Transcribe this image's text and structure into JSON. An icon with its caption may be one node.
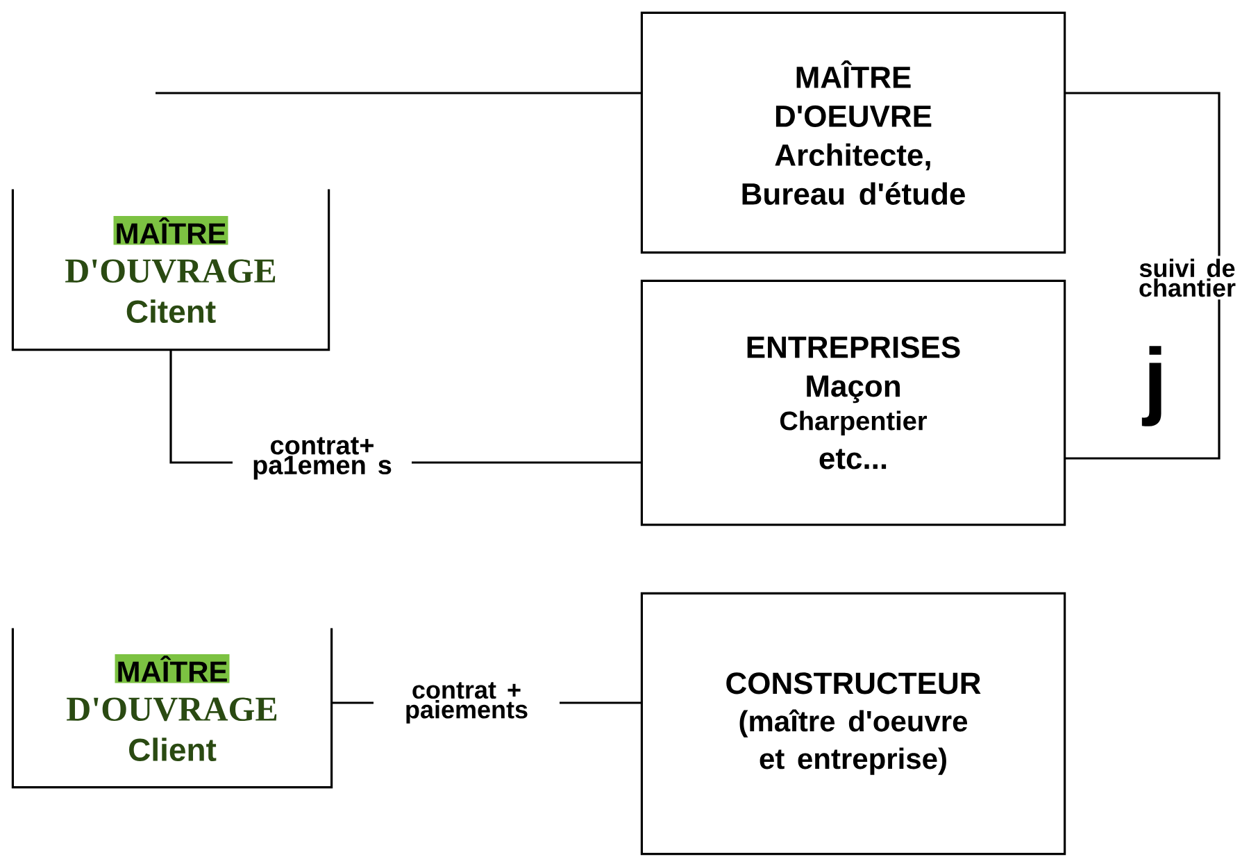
{
  "diagram": {
    "nodes": [
      {
        "text": [
          "MAÎTRE",
          "D'OUVRAGE",
          "Citent"
        ]
      },
      {
        "text": [
          "MAÎTRE D'OEUVRE",
          "Architecte, Bureau d'étude"
        ]
      },
      {
        "text": [
          "ENTREPRISES",
          "Maçon",
          "Charpentier",
          "etc..."
        ]
      },
      {
        "text": [
          "MAÎTRE",
          "D'OUVRAGE",
          "Client"
        ]
      },
      {
        "text": [
          "CONSTRUCTEUR",
          "(maître d'oeuvre et entreprise)"
        ]
      }
    ],
    "edges": [
      {
        "from": null,
        "to": 1,
        "arrow": "none"
      },
      {
        "from": 0,
        "to": 2,
        "arrow": "none",
        "label": "contrat+ pa1emen s"
      },
      {
        "from": 1,
        "to": 2,
        "arrow": "none",
        "label": "suivi de chantier"
      },
      {
        "from": 3,
        "to": 4,
        "arrow": "none",
        "label": "contrat + paiements"
      }
    ],
    "labels": [
      "j"
    ]
  }
}
